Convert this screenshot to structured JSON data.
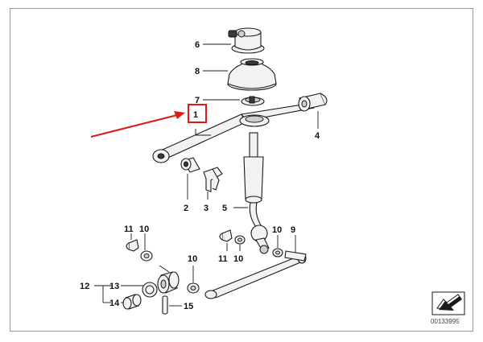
{
  "callouts": {
    "c1": "1",
    "c2": "2",
    "c3": "3",
    "c4": "4",
    "c5": "5",
    "c6": "6",
    "c7": "7",
    "c8": "8",
    "c9": "9",
    "c10a": "10",
    "c10b": "10",
    "c10c": "10",
    "c10d": "10",
    "c11a": "11",
    "c11b": "11",
    "c12": "12",
    "c13": "13",
    "c14": "14",
    "c15": "15"
  },
  "footer": {
    "diagram_code": "00133995"
  },
  "colors": {
    "highlight": "#e01818",
    "line": "#1a1a1a",
    "frame": "#9a9a9a"
  },
  "icons": {
    "corner": "arrow-down-left-icon"
  }
}
